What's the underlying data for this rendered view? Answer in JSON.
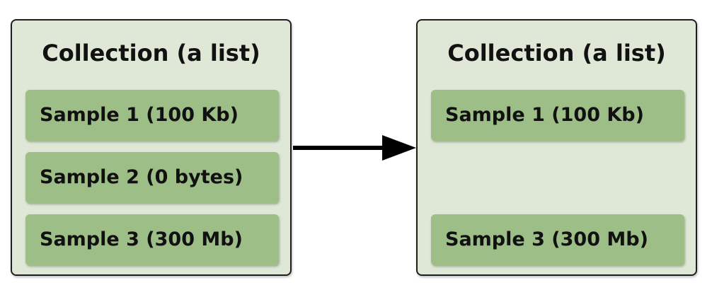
{
  "left_collection": {
    "title": "Collection (a list)",
    "samples": [
      {
        "label": "Sample 1 (100 Kb)"
      },
      {
        "label": "Sample 2 (0 bytes)"
      },
      {
        "label": "Sample 3 (300 Mb)"
      }
    ]
  },
  "right_collection": {
    "title": "Collection (a list)",
    "samples": [
      {
        "label": "Sample 1 (100 Kb)"
      },
      {
        "label": "Sample 3 (300 Mb)"
      }
    ]
  },
  "colors": {
    "panel_background": "#dfe8d6",
    "sample_background": "#9dbe86",
    "border": "#1f1f1f",
    "arrow": "#000000"
  },
  "icons": {
    "connector": "arrow-right-icon"
  }
}
